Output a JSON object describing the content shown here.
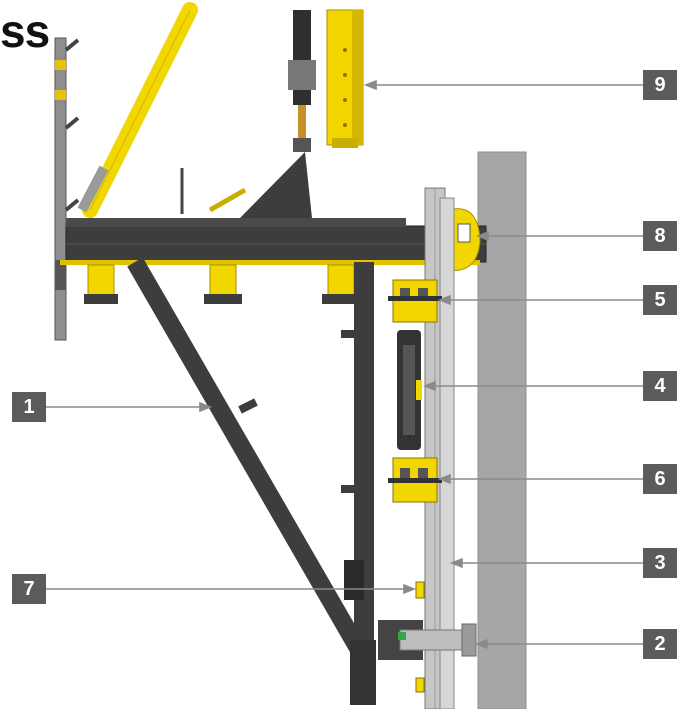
{
  "heading_fragment": "ss",
  "callouts": [
    {
      "number": "1"
    },
    {
      "number": "2"
    },
    {
      "number": "3"
    },
    {
      "number": "4"
    },
    {
      "number": "5"
    },
    {
      "number": "6"
    },
    {
      "number": "7"
    },
    {
      "number": "8"
    },
    {
      "number": "9"
    }
  ],
  "colors": {
    "steel_dark": "#3d3d3d",
    "steel_mid": "#5a5a5a",
    "formwork_yellow": "#f2d600",
    "concrete_wall": "#a6a6a6",
    "badge_bg": "#5b5b5b",
    "leader_line": "#8a8a8a"
  }
}
